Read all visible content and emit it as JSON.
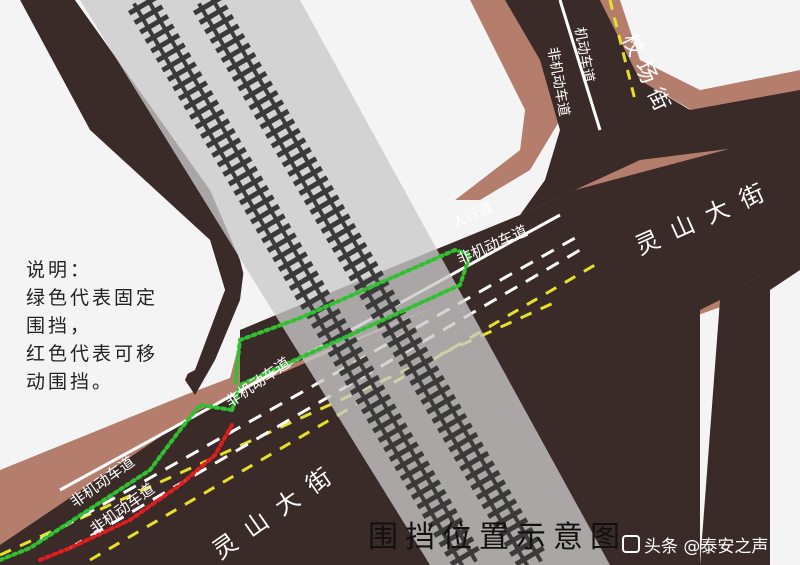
{
  "diagram": {
    "title": "围挡位置示意图",
    "legend": {
      "title": "说明：",
      "line1": "绿色代表固定",
      "line2": "围挡，",
      "line3": "红色代表可移",
      "line4": "动围挡。"
    },
    "roads": {
      "main_street_left": "灵山大街",
      "main_street_right": "灵山大街",
      "side_street": "校场街"
    },
    "lanes": {
      "nonmotor_left_upper": "非机动车道",
      "nonmotor_left_lower": "非机动车道",
      "nonmotor_mid": "非机动车道",
      "nonmotor_right": "非机动车道",
      "nonmotor_top_a": "非机动车道",
      "nonmotor_top_b": "机动车道",
      "sidewalk": "人行道"
    },
    "colors": {
      "road": "#3a2a28",
      "sidewalk": "#b57e6c",
      "rail_band": "#bdbdbd",
      "fixed_barrier": "#2fc12f",
      "movable_barrier": "#e01e1e",
      "yellow_line": "#e5e02a",
      "white_line": "#ffffff"
    },
    "watermark": "头条 @泰安之声"
  }
}
